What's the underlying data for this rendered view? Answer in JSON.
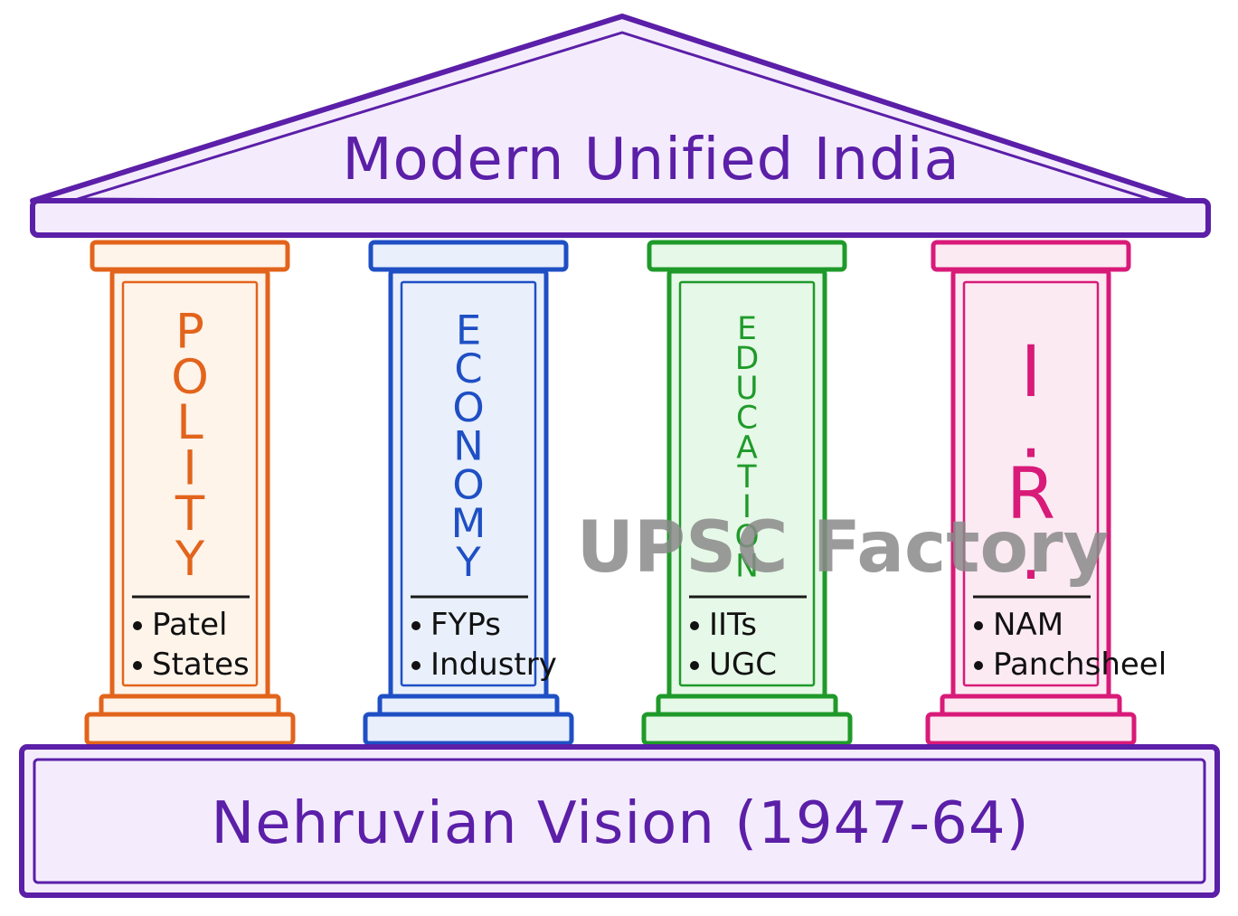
{
  "roof": {
    "title": "Modern Unified India",
    "color": "#5b1fa8",
    "fill": "#f4ecfc"
  },
  "base": {
    "title": "Nehruvian Vision (1947-64)",
    "color": "#5b1fa8",
    "fill": "#f4ecfc"
  },
  "pillars": [
    {
      "name": "polity",
      "letters": [
        "P",
        "O",
        "L",
        "I",
        "T",
        "Y"
      ],
      "bullets": [
        "Patel",
        "States"
      ],
      "color": "#e2641c",
      "fill": "#fff4ea"
    },
    {
      "name": "economy",
      "letters": [
        "E",
        "C",
        "O",
        "N",
        "O",
        "M",
        "Y"
      ],
      "bullets": [
        "FYPs",
        "Industry"
      ],
      "color": "#1f4fc4",
      "fill": "#e9f0fc"
    },
    {
      "name": "education",
      "letters": [
        "E",
        "D",
        "U",
        "C",
        "A",
        "T",
        "I",
        "O",
        "N"
      ],
      "bullets": [
        "IITs",
        "UGC"
      ],
      "color": "#1f9a2a",
      "fill": "#e6f8e7"
    },
    {
      "name": "ir",
      "letters": [
        "I",
        ".",
        "R",
        "."
      ],
      "bullets": [
        "NAM",
        "Panchsheel"
      ],
      "color": "#d81a78",
      "fill": "#fceaf3"
    }
  ],
  "watermark": "UPSC Factory",
  "text_color": "#111111"
}
